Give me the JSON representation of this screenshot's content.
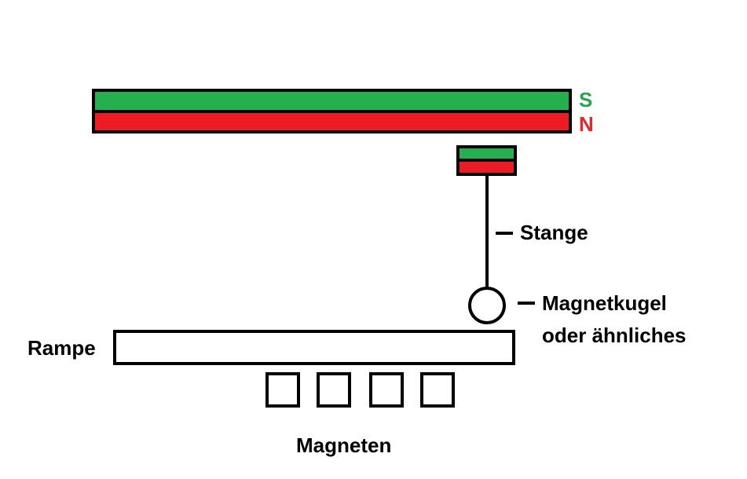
{
  "colors": {
    "south": "#22b14c",
    "north": "#ed1c24",
    "outline": "#000000",
    "background": "#ffffff"
  },
  "big_magnet": {
    "top_pole_label": "S",
    "bottom_pole_label": "N"
  },
  "labels": {
    "rod": "Stange",
    "ball_line1": "Magnetkugel",
    "ball_line2": "oder ähnliches",
    "ramp": "Rampe",
    "magnets": "Magneten"
  }
}
